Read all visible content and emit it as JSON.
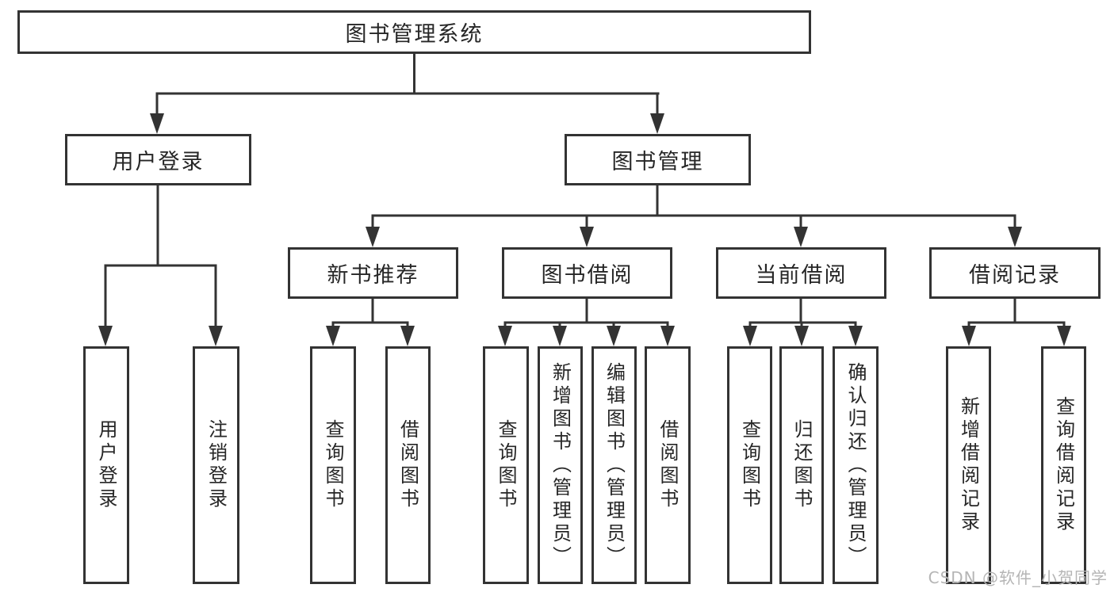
{
  "diagram": {
    "root": {
      "label": "图书管理系统"
    },
    "level2": [
      {
        "label": "用户登录"
      },
      {
        "label": "图书管理"
      }
    ],
    "level3": [
      {
        "label": "新书推荐"
      },
      {
        "label": "图书借阅"
      },
      {
        "label": "当前借阅"
      },
      {
        "label": "借阅记录"
      }
    ],
    "leaves": [
      {
        "label": "用户登录"
      },
      {
        "label": "注销登录"
      },
      {
        "label": "查询图书"
      },
      {
        "label": "借阅图书"
      },
      {
        "label": "查询图书"
      },
      {
        "label": "新增图书（管理员）"
      },
      {
        "label": "编辑图书（管理员）"
      },
      {
        "label": "借阅图书"
      },
      {
        "label": "查询图书"
      },
      {
        "label": "归还图书"
      },
      {
        "label": "确认归还（管理员）"
      },
      {
        "label": "新增借阅记录"
      },
      {
        "label": "查询借阅记录"
      }
    ]
  },
  "watermark": {
    "text": "CSDN @软件_小贺同学"
  },
  "colors": {
    "line": "#333333",
    "box_border": "#333333",
    "box_fill": "#ffffff",
    "text": "#262626",
    "watermark": "#b5b5b5"
  }
}
